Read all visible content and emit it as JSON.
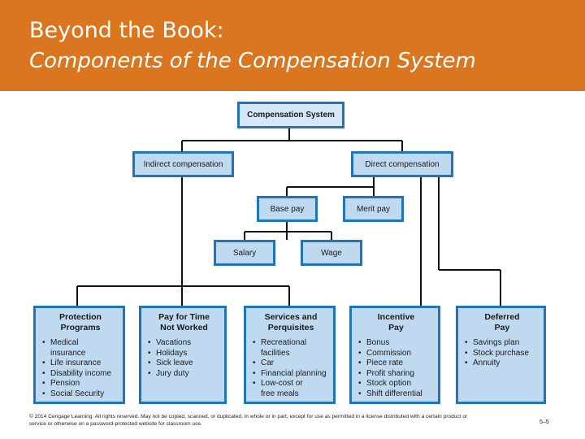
{
  "header": {
    "title": "Beyond the Book:",
    "subtitle": "Components of the Compensation System"
  },
  "diagram": {
    "root": "Compensation System",
    "indirect": "Indirect compensation",
    "direct": "Direct compensation",
    "base_pay": "Base pay",
    "merit_pay": "Merit pay",
    "salary": "Salary",
    "wage": "Wage",
    "categories": [
      {
        "title": "Protection\nPrograms",
        "items": [
          "Medical\ninsurance",
          "Life insurance",
          "Disability income",
          "Pension",
          "Social Security"
        ]
      },
      {
        "title": "Pay for Time\nNot Worked",
        "items": [
          "Vacations",
          "Holidays",
          "Sick leave",
          "Jury duty"
        ]
      },
      {
        "title": "Services and\nPerquisites",
        "items": [
          "Recreational\nfacilities",
          "Car",
          "Financial planning",
          "Low-cost or\nfree meals"
        ]
      },
      {
        "title": "Incentive\nPay",
        "items": [
          "Bonus",
          "Commission",
          "Piece rate",
          "Profit sharing",
          "Stock option",
          "Shift differential"
        ]
      },
      {
        "title": "Deferred\nPay",
        "items": [
          "Savings plan",
          "Stock purchase",
          "Annuity"
        ]
      }
    ]
  },
  "colors": {
    "header_bg": "#d9761f",
    "box_fill": "#bfd9f1",
    "box_border": "#1f74ba"
  },
  "footer": {
    "copyright": "© 2014 Cengage Learning. All rights reserved. May not be copied, scanned, or duplicated, in whole or in part, except for use as permitted in a license distributed with a certain product or service or otherwise on a password-protected website for classroom use.",
    "page": "5–5"
  }
}
